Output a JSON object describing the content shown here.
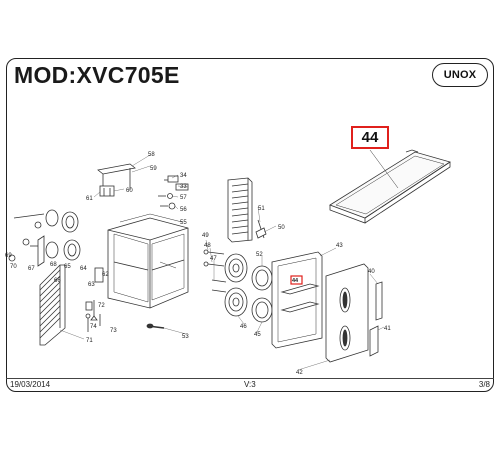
{
  "header": {
    "model": "MOD:XVC705E",
    "brand_logo": "UNOX"
  },
  "highlight": {
    "part": "44"
  },
  "footer": {
    "date": "19/03/2014",
    "version": "V:3",
    "page": "3/8"
  },
  "callouts": {
    "c58": "58",
    "c59": "59",
    "c60": "60",
    "c61": "61",
    "c34": "34",
    "c33": "33",
    "c57": "57",
    "c56": "56",
    "c55": "55",
    "c51": "51",
    "c50": "50",
    "c49": "49",
    "c48": "48",
    "c47": "47",
    "c43": "43",
    "c44": "44",
    "c69": "69",
    "c70": "70",
    "c67": "67",
    "c68": "68",
    "c66": "66",
    "c65": "65",
    "c64": "64",
    "c62": "62",
    "c63": "63",
    "c71": "71",
    "c72": "72",
    "c73": "73",
    "c74": "74",
    "c53": "53",
    "c52": "52",
    "c46": "46",
    "c45": "45",
    "c42": "42",
    "c40": "40",
    "c41": "41"
  }
}
